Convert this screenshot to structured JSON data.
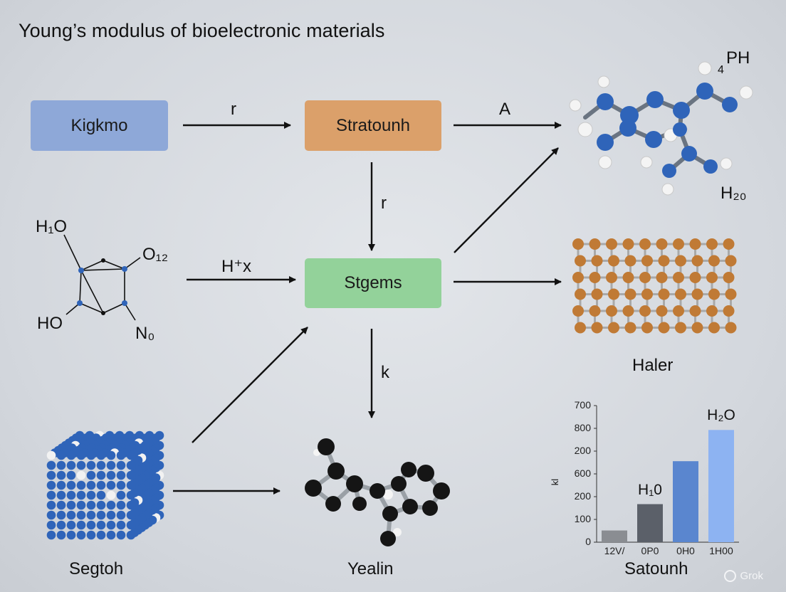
{
  "title": "Young’s modulus of bioelectronic materials",
  "nodes": {
    "kigkmo": "Kigkmo",
    "stratounh": "Stratounh",
    "stgems": "Stgems"
  },
  "edges": {
    "kigkmo_to_stratounh": "r",
    "stratounh_to_molecule": "A",
    "stratounh_to_stgems": "r",
    "formula_to_stgems": "H⁺x",
    "stgems_to_yealin": "k"
  },
  "molecule_top": {
    "label_ph": "PH",
    "label_4": "4",
    "label_h2o": "H₂₀"
  },
  "formula": {
    "h1o": "H₁O",
    "o12": "O₁₂",
    "ho": "HO",
    "n0": "N₀"
  },
  "lattice": {
    "label": "Haler"
  },
  "cube": {
    "label": "Segtoh"
  },
  "yealin": {
    "label": "Yealin"
  },
  "chart_data": {
    "type": "bar",
    "title": "Satounh",
    "ylabel": "kl",
    "yticks": [
      "700",
      "800",
      "200",
      "600",
      "200",
      "100",
      "0"
    ],
    "categories": [
      "12V/",
      "0P0",
      "0H0",
      "1H00"
    ],
    "values": [
      60,
      195,
      415,
      575
    ],
    "ylim": [
      0,
      700
    ],
    "annotations": [
      {
        "category": "0P0",
        "text": "H₁0"
      },
      {
        "category": "1H00",
        "text": "H₂O"
      }
    ],
    "colors": [
      "#8a8d92",
      "#5b6069",
      "#5a86cf",
      "#8db3f2"
    ]
  },
  "watermark": "Grok",
  "colors": {
    "blue_atom": "#2f64b9",
    "orange_atom": "#c07a35",
    "black_atom": "#151515"
  }
}
